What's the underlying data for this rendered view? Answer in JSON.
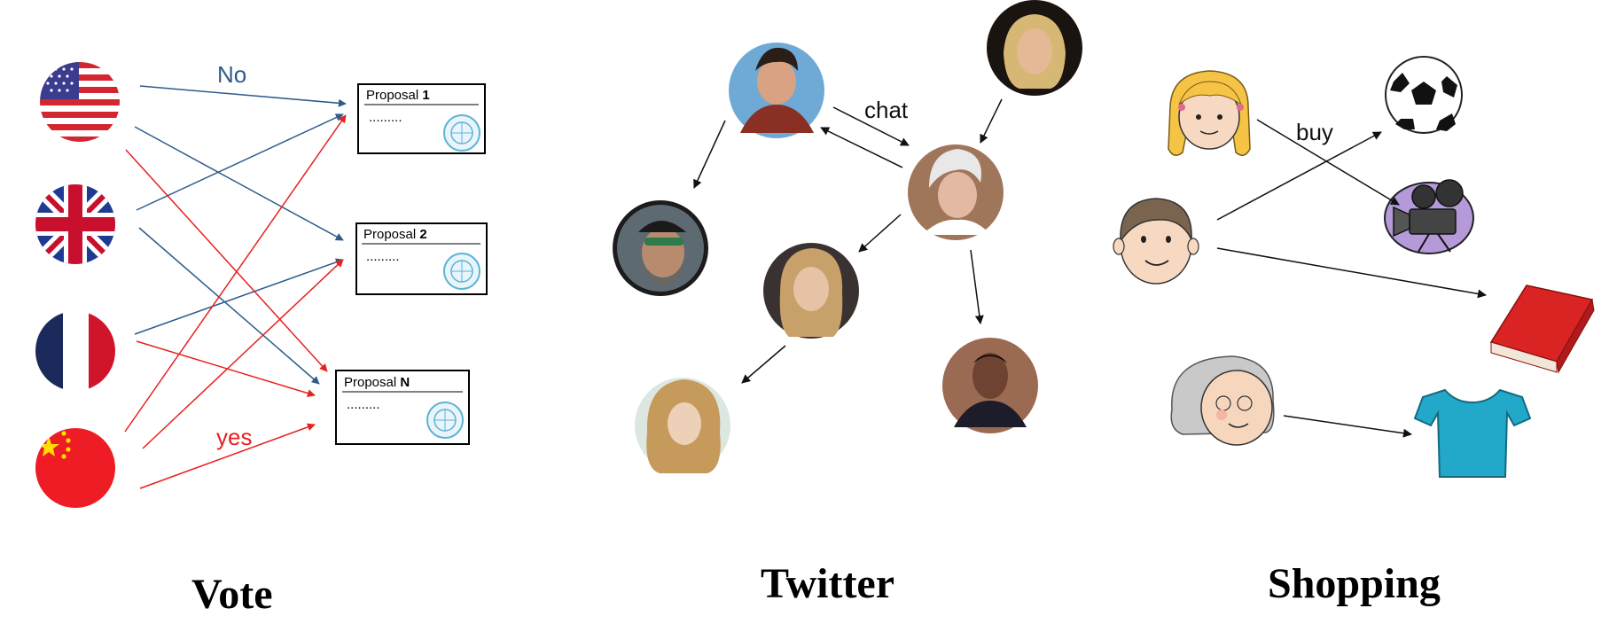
{
  "captions": {
    "vote": "Vote",
    "twitter": "Twitter",
    "shopping": "Shopping"
  },
  "vote": {
    "edge_labels": {
      "no": "No",
      "yes": "yes"
    },
    "countries": [
      "usa-flag",
      "uk-flag",
      "france-flag",
      "china-flag"
    ],
    "proposals": [
      {
        "prefix": "Proposal ",
        "id": "1",
        "dots": "........."
      },
      {
        "prefix": "Proposal ",
        "id": "2",
        "dots": "........."
      },
      {
        "prefix": "Proposal ",
        "id": "N",
        "dots": "........."
      }
    ],
    "colors": {
      "no": "#2e5b8a",
      "yes": "#e8201e"
    }
  },
  "twitter": {
    "edge_labels": {
      "chat": "chat"
    },
    "users": [
      "man-dark-hair-avatar",
      "woman-blonde-avatar",
      "woman-silver-hair-avatar",
      "man-sunglasses-avatar",
      "woman-long-hair-avatar",
      "woman-curly-blonde-avatar",
      "man-dark-suit-avatar"
    ]
  },
  "shopping": {
    "edge_labels": {
      "buy": "buy"
    },
    "people": [
      "girl-icon",
      "boy-icon",
      "grandma-icon"
    ],
    "items": [
      "soccer-ball-icon",
      "movie-camera-icon",
      "book-icon",
      "tshirt-icon"
    ]
  }
}
